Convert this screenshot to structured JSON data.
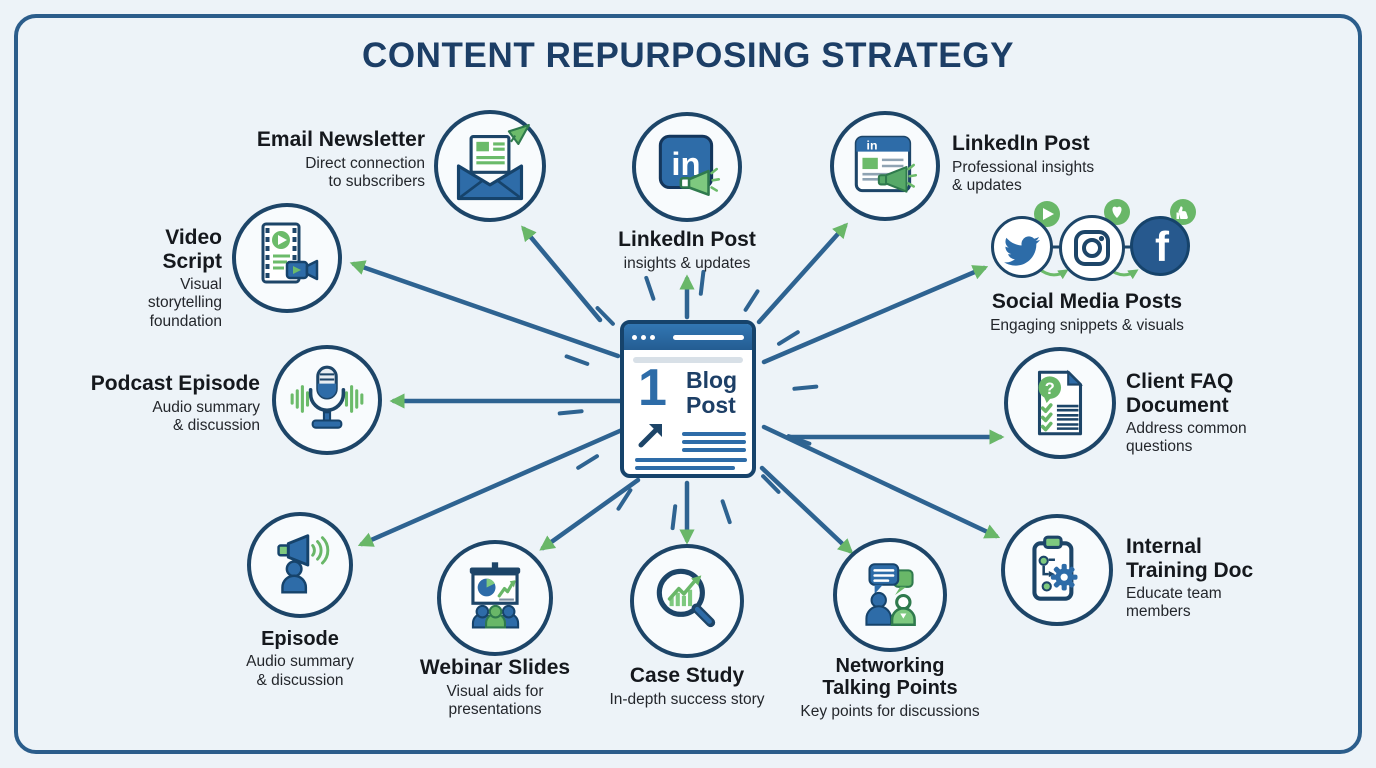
{
  "title": "CONTENT REPURPOSING STRATEGY",
  "center": {
    "icon": "browser-window-icon",
    "badge_number": "1",
    "title_lines": [
      "Blog",
      "Post"
    ]
  },
  "glyphs": {
    "linkedin": "in",
    "facebook": "f",
    "question_mark": "?"
  },
  "nodes": {
    "email_newsletter": {
      "icon": "email-paper-plane-icon",
      "title_lines": [
        "Email Newsletter"
      ],
      "subtitle_lines": [
        "Direct connection",
        "to subscribers"
      ]
    },
    "video_script": {
      "icon": "film-strip-camera-icon",
      "title_lines": [
        "Video",
        "Script"
      ],
      "subtitle_lines": [
        "Visual",
        "storytelling",
        "foundation"
      ]
    },
    "podcast_episode": {
      "icon": "microphone-icon",
      "title_lines": [
        "Podcast Episode"
      ],
      "subtitle_lines": [
        "Audio summary",
        "& discussion"
      ]
    },
    "linkedin_post_top": {
      "icon": "linkedin-megaphone-icon",
      "title_lines": [
        "LinkedIn Post"
      ],
      "subtitle_lines": [
        "insights & updates"
      ]
    },
    "linkedin_post_right": {
      "icon": "linkedin-post-card-icon",
      "title_lines": [
        "LinkedIn Post"
      ],
      "subtitle_lines": [
        "Professional insights",
        "& updates"
      ]
    },
    "social_media_posts": {
      "icons": [
        "twitter-icon",
        "instagram-icon",
        "facebook-icon"
      ],
      "badges": [
        "play-badge-icon",
        "heart-badge-icon",
        "thumbs-up-badge-icon"
      ],
      "title_lines": [
        "Social Media Posts"
      ],
      "subtitle_lines": [
        "Engaging snippets & visuals"
      ]
    },
    "client_faq": {
      "icon": "faq-document-icon",
      "title_lines": [
        "Client FAQ",
        "Document"
      ],
      "subtitle_lines": [
        "Address common",
        "questions"
      ]
    },
    "internal_training": {
      "icon": "clipboard-gear-icon",
      "title_lines": [
        "Internal",
        "Training Doc"
      ],
      "subtitle_lines": [
        "Educate team",
        "members"
      ]
    },
    "networking": {
      "icon": "people-discussion-icon",
      "title_lines": [
        "Networking",
        "Talking Points"
      ],
      "subtitle_lines": [
        "Key points for discussions"
      ]
    },
    "case_study": {
      "icon": "magnifier-growth-icon",
      "title_lines": [
        "Case Study"
      ],
      "subtitle_lines": [
        "In-depth success story"
      ]
    },
    "webinar_slides": {
      "icon": "presentation-audience-icon",
      "title_lines": [
        "Webinar Slides"
      ],
      "subtitle_lines": [
        "Visual aids for",
        "presentations"
      ]
    },
    "episode": {
      "icon": "person-megaphone-icon",
      "title_lines": [
        "Episode"
      ],
      "subtitle_lines": [
        "Audio summary",
        "& discussion"
      ]
    }
  },
  "colors": {
    "background": "#edf3f8",
    "border": "#2b5d8b",
    "title": "#1c3e66",
    "arrow_line": "#2e6391",
    "arrow_head": "#69b768",
    "circle_stroke": "#1d4568",
    "icon_blue": "#2d6ca8",
    "icon_green": "#6cbb6a",
    "text_dark": "#17191c"
  }
}
